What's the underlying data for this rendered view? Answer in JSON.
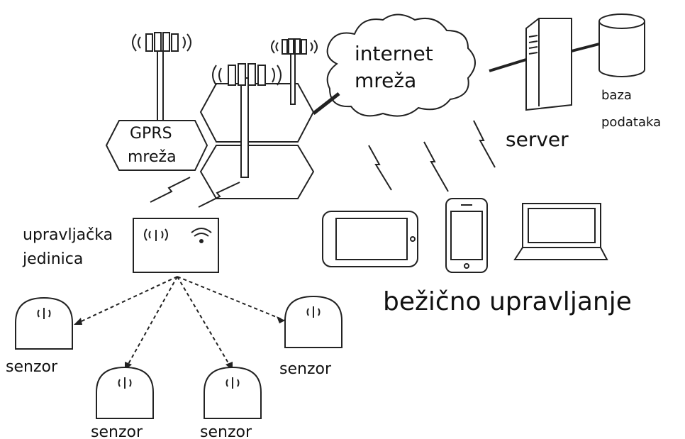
{
  "labels": {
    "gprs_line1": "GPRS",
    "gprs_line2": "mreža",
    "internet_line1": "internet",
    "internet_line2": "mreža",
    "server": "server",
    "database_line1": "baza",
    "database_line2": "podataka",
    "control_unit_line1": "upravljačka",
    "control_unit_line2": "jedinica",
    "wireless_control": "bežično upravljanje",
    "sensor_1": "senzor",
    "sensor_2": "senzor",
    "sensor_3": "senzor",
    "sensor_4": "senzor"
  },
  "icons": {
    "antenna": "cell-tower-icon",
    "server": "server-tower-icon",
    "database": "database-cylinder-icon",
    "tablet": "tablet-icon",
    "phone": "smartphone-icon",
    "laptop": "laptop-icon",
    "sensor": "sensor-dome-icon",
    "wifi": "wifi-icon",
    "signal": "signal-waves-icon",
    "wireless_link": "lightning-link-icon"
  },
  "colors": {
    "line": "#222222",
    "background": "#ffffff"
  }
}
